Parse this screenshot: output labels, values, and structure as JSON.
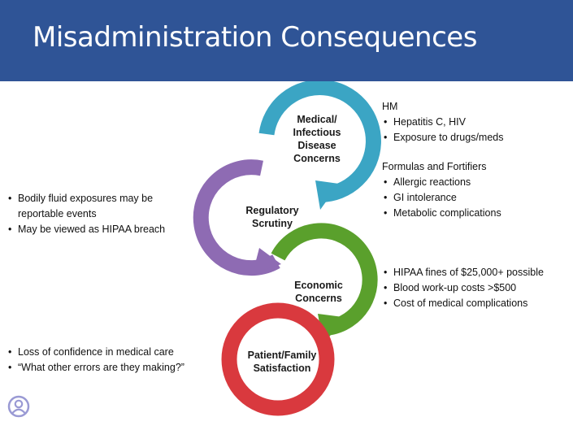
{
  "slide": {
    "title": "Misadministration Consequences"
  },
  "stages": [
    {
      "label": "Medical/\nInfectious\nDisease\nConcerns",
      "color": "#3ba5c4"
    },
    {
      "label": "Regulatory\nScrutiny",
      "color": "#8e6bb3"
    },
    {
      "label": "Economic\nConcerns",
      "color": "#5aa02c"
    },
    {
      "label": "Patient/Family\nSatisfaction",
      "color": "#d9393e"
    }
  ],
  "right_top": {
    "heading1": "HM",
    "group1": [
      "Hepatitis C, HIV",
      "Exposure to drugs/meds"
    ],
    "heading2": "Formulas and Fortifiers",
    "group2": [
      "Allergic reactions",
      "GI intolerance",
      "Metabolic complications"
    ]
  },
  "right_middle": {
    "items": [
      "HIPAA fines of $25,000+ possible",
      "Blood work-up costs >$500",
      "Cost of medical complications"
    ]
  },
  "left_top": {
    "items": [
      "Bodily fluid exposures may be\nreportable events",
      "May be viewed as HIPAA breach"
    ]
  },
  "left_bottom": {
    "items": [
      "Loss of confidence in medical care",
      "“What other errors are they making?”"
    ]
  },
  "logo_icon": "user-circle-icon"
}
